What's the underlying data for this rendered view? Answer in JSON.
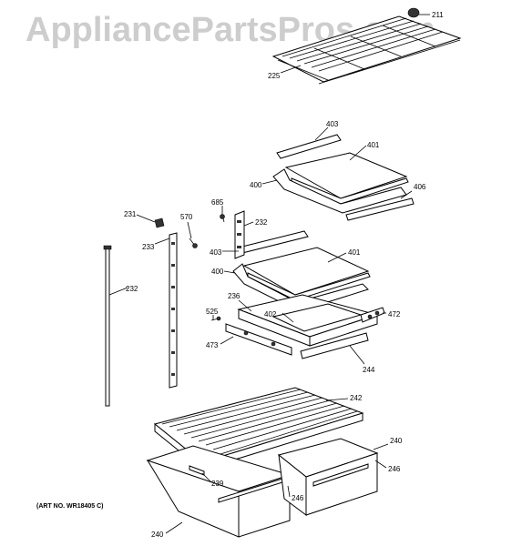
{
  "watermark": "AppliancePartsPros.com",
  "art_note": "(ART NO. WR18405 C)",
  "callouts": {
    "c211": "211",
    "c225": "225",
    "c403a": "403",
    "c401a": "401",
    "c400a": "400",
    "c406": "406",
    "c685": "685",
    "c231": "231",
    "c570": "570",
    "c232a": "232",
    "c233": "233",
    "c403b": "403",
    "c401b": "401",
    "c400b": "400",
    "c232b": "232",
    "c236": "236",
    "c525": "525",
    "c402": "402",
    "c472": "472",
    "c473": "473",
    "c244": "244",
    "c242": "242",
    "c240a": "240",
    "c246a": "246",
    "c239": "239",
    "c246b": "246",
    "c240b": "240"
  }
}
